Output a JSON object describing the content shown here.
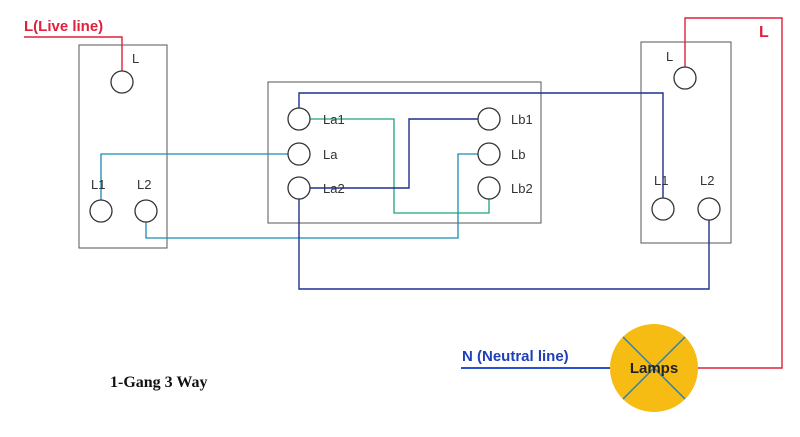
{
  "labels": {
    "live_line": "L(Live line)",
    "live_right": "L",
    "neutral_line": "N  (Neutral line)",
    "lamp": "Lamps",
    "caption": "1-Gang 3 Way"
  },
  "left_switch": {
    "L": "L",
    "L1": "L1",
    "L2": "L2"
  },
  "middle_switch": {
    "La1": "La1",
    "La": "La",
    "La2": "La2",
    "Lb1": "Lb1",
    "Lb": "Lb",
    "Lb2": "Lb2"
  },
  "right_switch": {
    "L": "L",
    "L1": "L1",
    "L2": "L2"
  },
  "colors": {
    "live": "#e0203c",
    "neutral": "#2a4fd0",
    "wire_dark_blue": "#1f2f8f",
    "wire_green": "#1ea577",
    "wire_teal": "#1b8cb5",
    "lamp_fill": "#f7bc14"
  }
}
